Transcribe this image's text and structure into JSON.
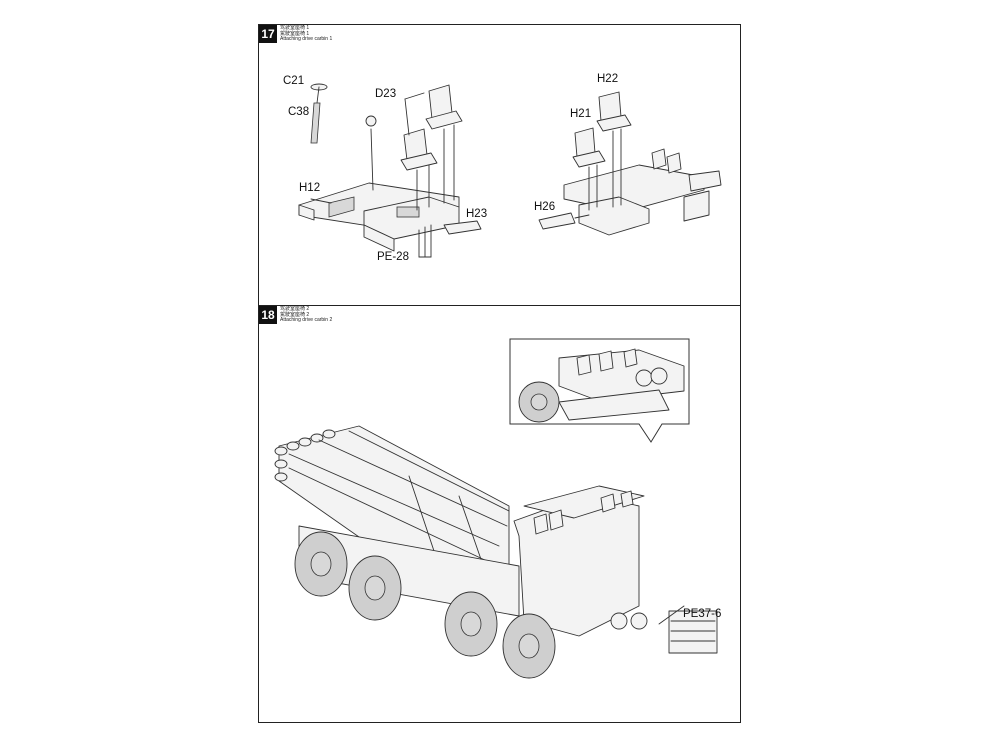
{
  "step17": {
    "number": "17",
    "caption_lines": [
      "驾驶室座椅 1",
      "駕駛室座椅 1",
      "Attaching drive carbin 1"
    ],
    "labels": {
      "c21": "C21",
      "c38": "C38",
      "d23": "D23",
      "h12": "H12",
      "h23": "H23",
      "pe28": "PE-28",
      "h22": "H22",
      "h21": "H21",
      "h26": "H26"
    }
  },
  "step18": {
    "number": "18",
    "caption_lines": [
      "驾驶室座椅 2",
      "駕駛室座椅 2",
      "Attaching drive carbin 2"
    ],
    "labels": {
      "pe": "PE37-6"
    }
  }
}
